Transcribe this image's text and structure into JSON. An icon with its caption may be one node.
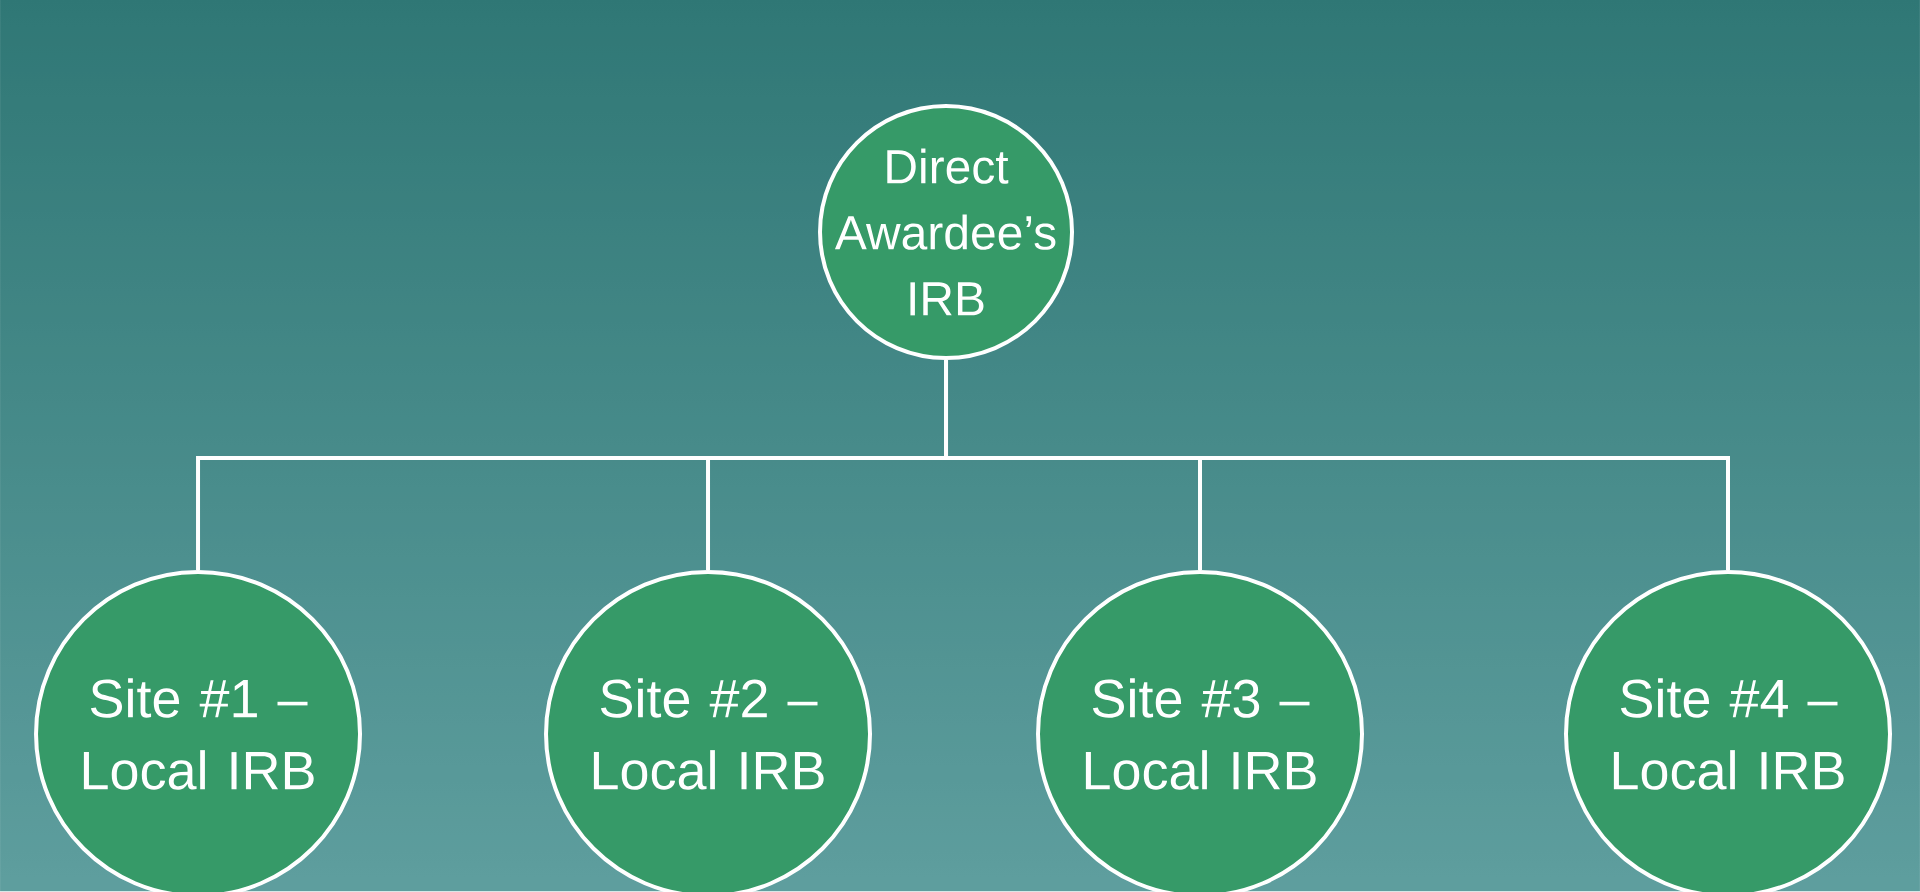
{
  "diagram": {
    "nodes": [
      {
        "text": [
          "Direct Awardee’s IRB"
        ]
      },
      {
        "text": [
          "Site #1 – Local IRB"
        ]
      },
      {
        "text": [
          "Site #2 – Local IRB"
        ]
      },
      {
        "text": [
          "Site #3 – Local IRB"
        ]
      },
      {
        "text": [
          "Site #4 – Local IRB"
        ]
      }
    ],
    "edges": [
      {
        "from": 0,
        "to": 1,
        "arrow": "none"
      },
      {
        "from": 0,
        "to": 2,
        "arrow": "none"
      },
      {
        "from": 0,
        "to": 3,
        "arrow": "none"
      },
      {
        "from": 0,
        "to": 4,
        "arrow": "none"
      }
    ]
  }
}
